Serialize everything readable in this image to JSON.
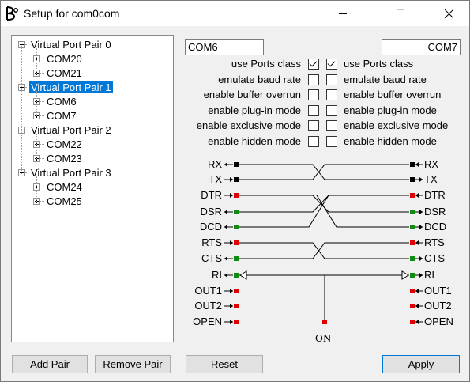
{
  "window": {
    "title": "Setup for com0com"
  },
  "tree": {
    "pairs": [
      {
        "label": "Virtual Port Pair 0",
        "ports": [
          "COM20",
          "COM21"
        ]
      },
      {
        "label": "Virtual Port Pair 1",
        "ports": [
          "COM6",
          "COM7"
        ],
        "selected": true
      },
      {
        "label": "Virtual Port Pair 2",
        "ports": [
          "COM22",
          "COM23"
        ]
      },
      {
        "label": "Virtual Port Pair 3",
        "ports": [
          "COM24",
          "COM25"
        ]
      }
    ]
  },
  "port_a": {
    "name": "COM6"
  },
  "port_b": {
    "name": "COM7"
  },
  "options": [
    {
      "label": "use Ports class",
      "a_checked": true,
      "b_checked": true
    },
    {
      "label": "emulate baud rate",
      "a_checked": false,
      "b_checked": false
    },
    {
      "label": "enable buffer overrun",
      "a_checked": false,
      "b_checked": false
    },
    {
      "label": "enable plug-in mode",
      "a_checked": false,
      "b_checked": false
    },
    {
      "label": "enable exclusive mode",
      "a_checked": false,
      "b_checked": false
    },
    {
      "label": "enable hidden mode",
      "a_checked": false,
      "b_checked": false
    }
  ],
  "signals": {
    "left": [
      "RX",
      "TX",
      "DTR",
      "DSR",
      "DCD",
      "RTS",
      "CTS",
      "RI",
      "OUT1",
      "OUT2",
      "OPEN"
    ],
    "right": [
      "RX",
      "TX",
      "DTR",
      "DSR",
      "DCD",
      "RTS",
      "CTS",
      "RI",
      "OUT1",
      "OUT2",
      "OPEN"
    ],
    "on_label": "ON"
  },
  "colors": {
    "black": "#000000",
    "red": "#e00000",
    "green": "#108a10",
    "selection": "#0078d7"
  },
  "buttons": {
    "add_pair": "Add Pair",
    "remove_pair": "Remove Pair",
    "reset": "Reset",
    "apply": "Apply"
  }
}
